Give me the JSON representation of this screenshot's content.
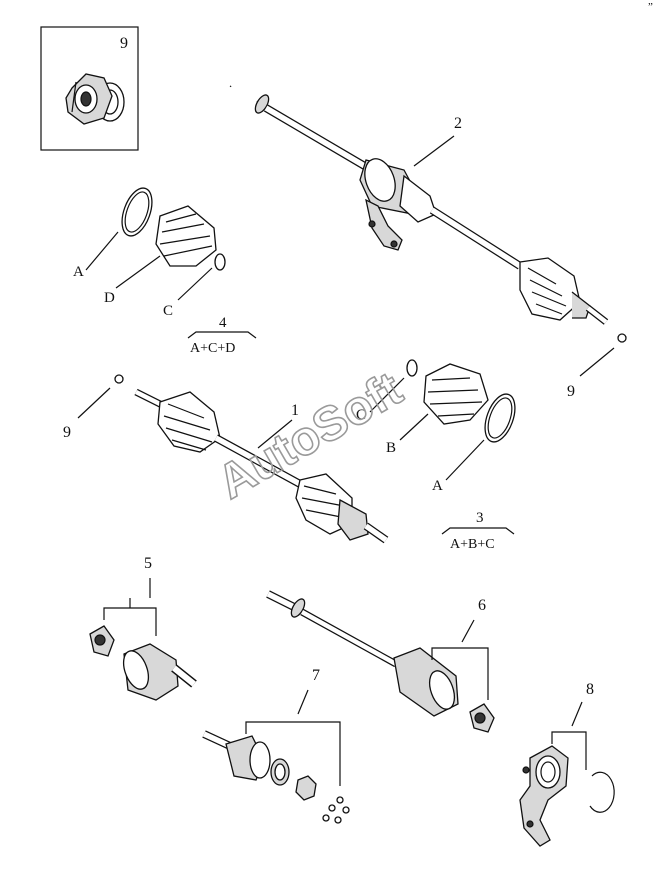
{
  "corner_mark": "”",
  "watermark": "AutoSoft",
  "callouts": {
    "c1": "1",
    "c2": "2",
    "c3": "3",
    "c4": "4",
    "c5": "5",
    "c6": "6",
    "c7": "7",
    "c8": "8",
    "c9_inset": "9",
    "c9_right": "9",
    "c9_left": "9"
  },
  "letters": {
    "kit4_A": "A",
    "kit4_D": "D",
    "kit4_C": "C",
    "kit3_C": "C",
    "kit3_B": "B",
    "kit3_A": "A"
  },
  "kits": {
    "kit4_contents": "A+C+D",
    "kit3_contents": "A+B+C"
  }
}
